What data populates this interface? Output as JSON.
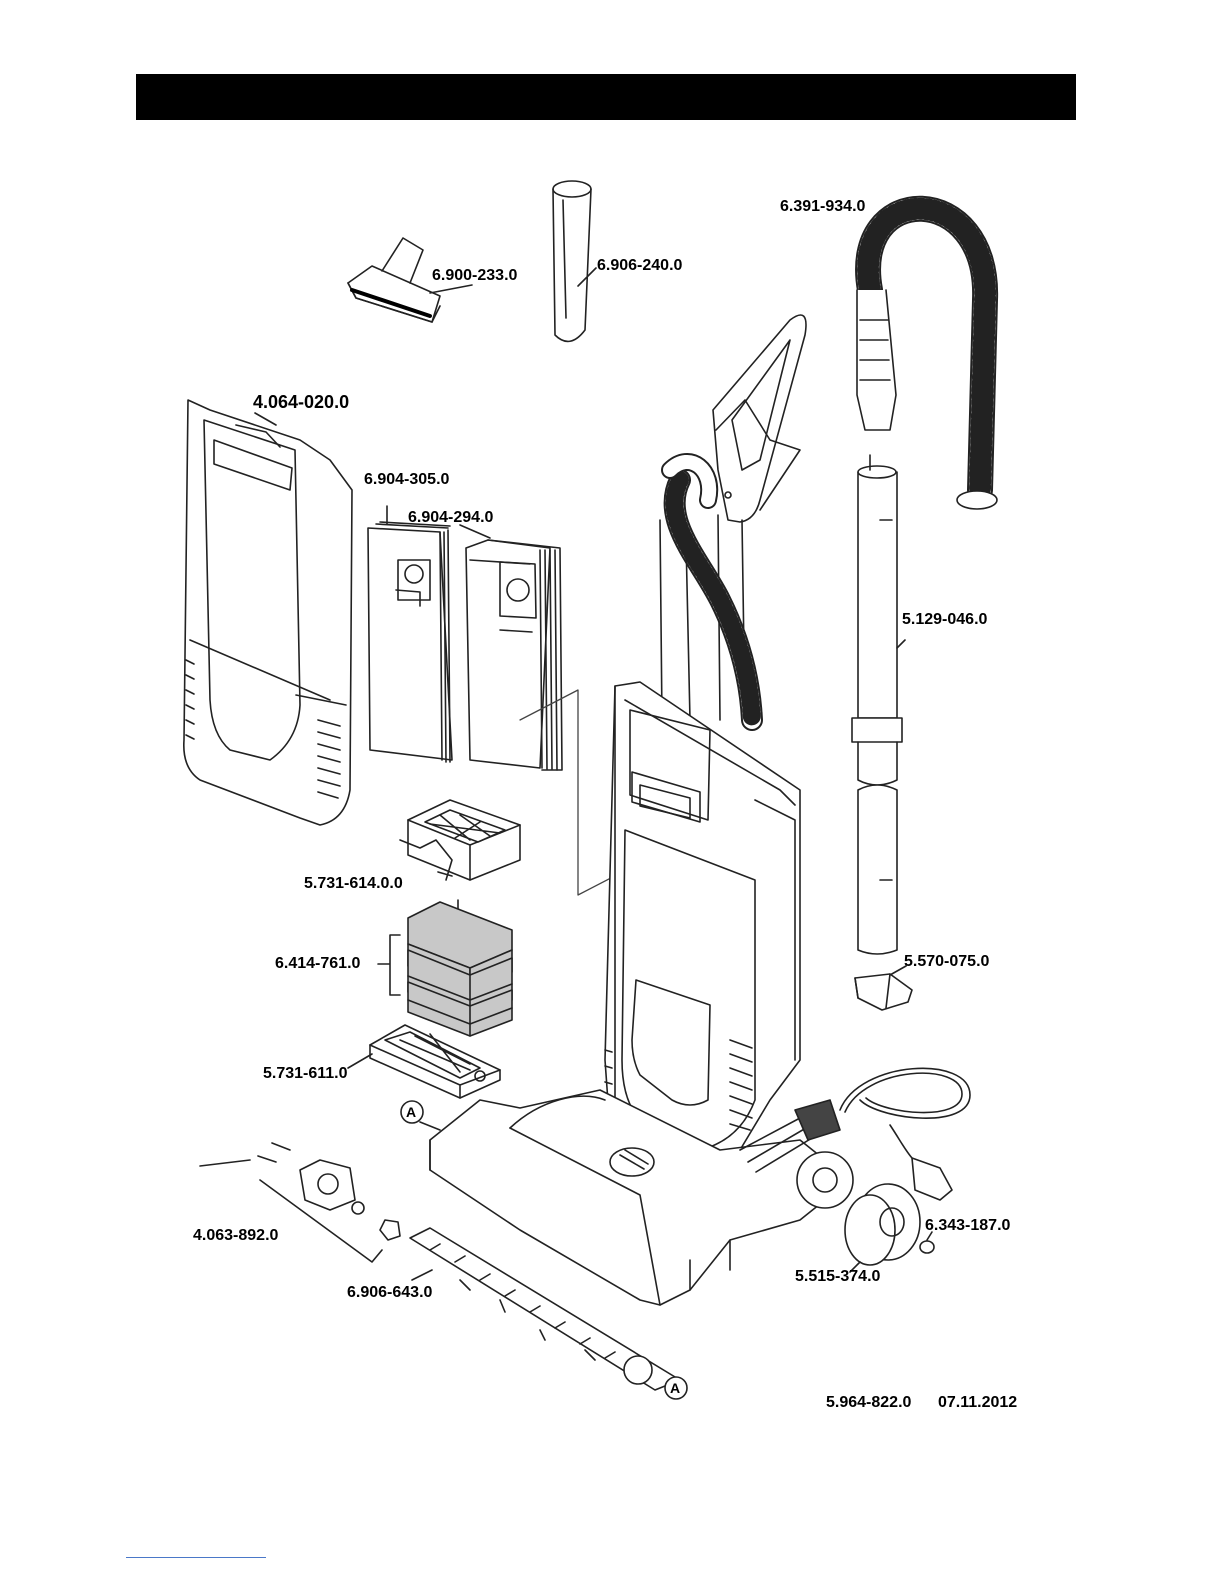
{
  "parts": {
    "p1": "6.900-233.0",
    "p2": "6.906-240.0",
    "p3": "6.391-934.0",
    "p4": "4.064-020.0",
    "p5": "6.904-305.0",
    "p6": "6.904-294.0",
    "p7": "5.129-046.0",
    "p8": "5.731-614.0.0",
    "p9": "6.414-761.0",
    "p10": "5.570-075.0",
    "p11": "5.731-611.0",
    "p12": "4.063-892.0",
    "p13": "6.343-187.0",
    "p14": "5.515-374.0",
    "p15": "6.906-643.0"
  },
  "markers": {
    "a1": "A",
    "a2": "A"
  },
  "footer": {
    "doc_number": "5.964-822.0",
    "date": "07.11.2012"
  },
  "colors": {
    "header": "#000000",
    "line": "#222222",
    "filter": "#c8c8c8",
    "footer_link": "#4a78c8"
  }
}
